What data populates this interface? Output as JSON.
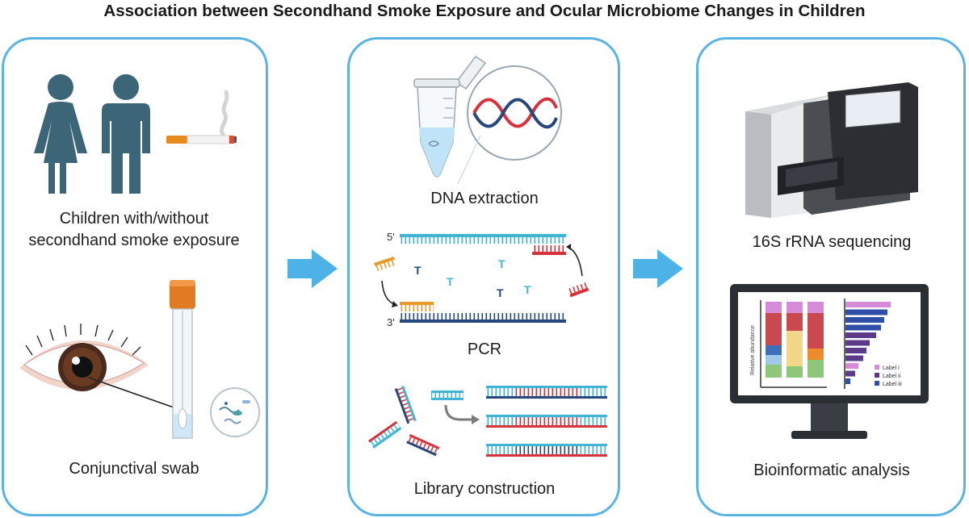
{
  "title": "Association between Secondhand Smoke Exposure and Ocular Microbiome Changes in Children",
  "colors": {
    "panel_border": "#5ab4e3",
    "arrow": "#4db3e6",
    "figure": "#3c6577",
    "strand_cyan": "#3fb5d6",
    "strand_navy": "#26487a",
    "strand_red": "#d7323c",
    "primer_orange": "#e89a2a"
  },
  "panel1": {
    "caption_line1": "Children with/without",
    "caption_line2": "secondhand smoke exposure",
    "swab_caption": "Conjunctival swab"
  },
  "panel2": {
    "dna_caption": "DNA extraction",
    "prime5": "5'",
    "prime3": "3'",
    "pcr_caption": "PCR",
    "library_caption": "Library construction"
  },
  "panel3": {
    "sequencing_caption": "16S rRNA sequencing",
    "analysis_caption": "Bioinformatic analysis",
    "chart_ylabel": "Relative abundance",
    "legend": [
      "Label i",
      "Label ii",
      "Label iii"
    ]
  },
  "icons": [
    "child-silhouette-icon",
    "cigarette-icon",
    "eye-icon",
    "swab-tube-icon",
    "microtube-icon",
    "dna-helix-icon",
    "sequencer-icon",
    "monitor-icon",
    "arrow-right-icon"
  ]
}
